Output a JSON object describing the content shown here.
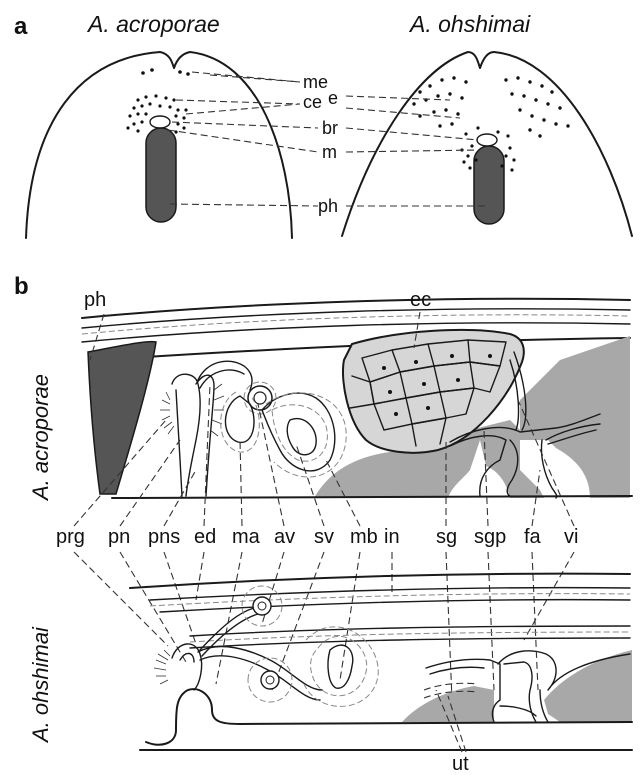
{
  "colors": {
    "pharynx_fill": "#555555",
    "tissue_fill": "#a8a8a8",
    "egg_fill": "#d6d6d6",
    "line": "#1a1a1a"
  },
  "panel_a": {
    "letter": "a",
    "species_left": "A. acroporae",
    "species_right": "A. ohshimai",
    "labels": {
      "me": "me",
      "ce": "ce",
      "e": "e",
      "br": "br",
      "m": "m",
      "ph": "ph"
    }
  },
  "panel_b": {
    "letter": "b",
    "species_top": "A. acroporae",
    "species_bottom": "A. ohshimai",
    "labels": {
      "ph": "ph",
      "ec": "ec",
      "ut": "ut"
    },
    "row_labels": [
      "prg",
      "pn",
      "pns",
      "ed",
      "ma",
      "av",
      "sv",
      "mb",
      "in",
      "sg",
      "sgp",
      "fa",
      "vi"
    ]
  }
}
